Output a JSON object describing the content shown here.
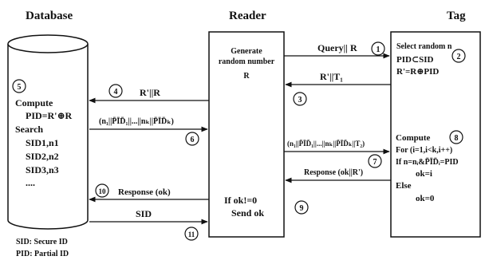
{
  "headers": {
    "database": "Database",
    "reader": "Reader",
    "tag": "Tag"
  },
  "reader_box": {
    "line1": "Generate",
    "line2": "random number",
    "line3": "R",
    "ok_line1": "If ok!=0",
    "ok_line2": "Send ok"
  },
  "tag_box": {
    "l1": "Select random n",
    "l2": "PID⊂SID",
    "l3": "R'=R⊕PID",
    "l4": "Compute",
    "l5": "For (i=1,i<k,i++)",
    "l6": "If n=nᵢ&P̄ĪD̄ᵢ=PID",
    "l7": "ok=i",
    "l8": "Else",
    "l9": "ok=0"
  },
  "db_box": {
    "l1": "Compute",
    "l2": "PID=R'⊕R",
    "l3": "Search",
    "l4": "SID1,n1",
    "l5": "SID2,n2",
    "l6": "SID3,n3",
    "l7": "...."
  },
  "messages": {
    "m1": "Query|| R",
    "m3": "R'||T₁",
    "m4": "R'||R",
    "m6": "(n₁||P̄ĪD̄₁||...||nₖ||P̄ĪD̄ₖ)",
    "m7": "(n₁||P̄ĪD̄₁||...||nₖ||P̄ĪD̄ₖ||T₂)",
    "m9": "Response (ok||R')",
    "m10": "Response (ok)",
    "m11": "SID"
  },
  "step_numbers": [
    "1",
    "2",
    "3",
    "4",
    "5",
    "6",
    "7",
    "8",
    "9",
    "10",
    "11"
  ],
  "legend": {
    "sid": "SID: Secure ID",
    "pid": "PID: Partial ID"
  }
}
